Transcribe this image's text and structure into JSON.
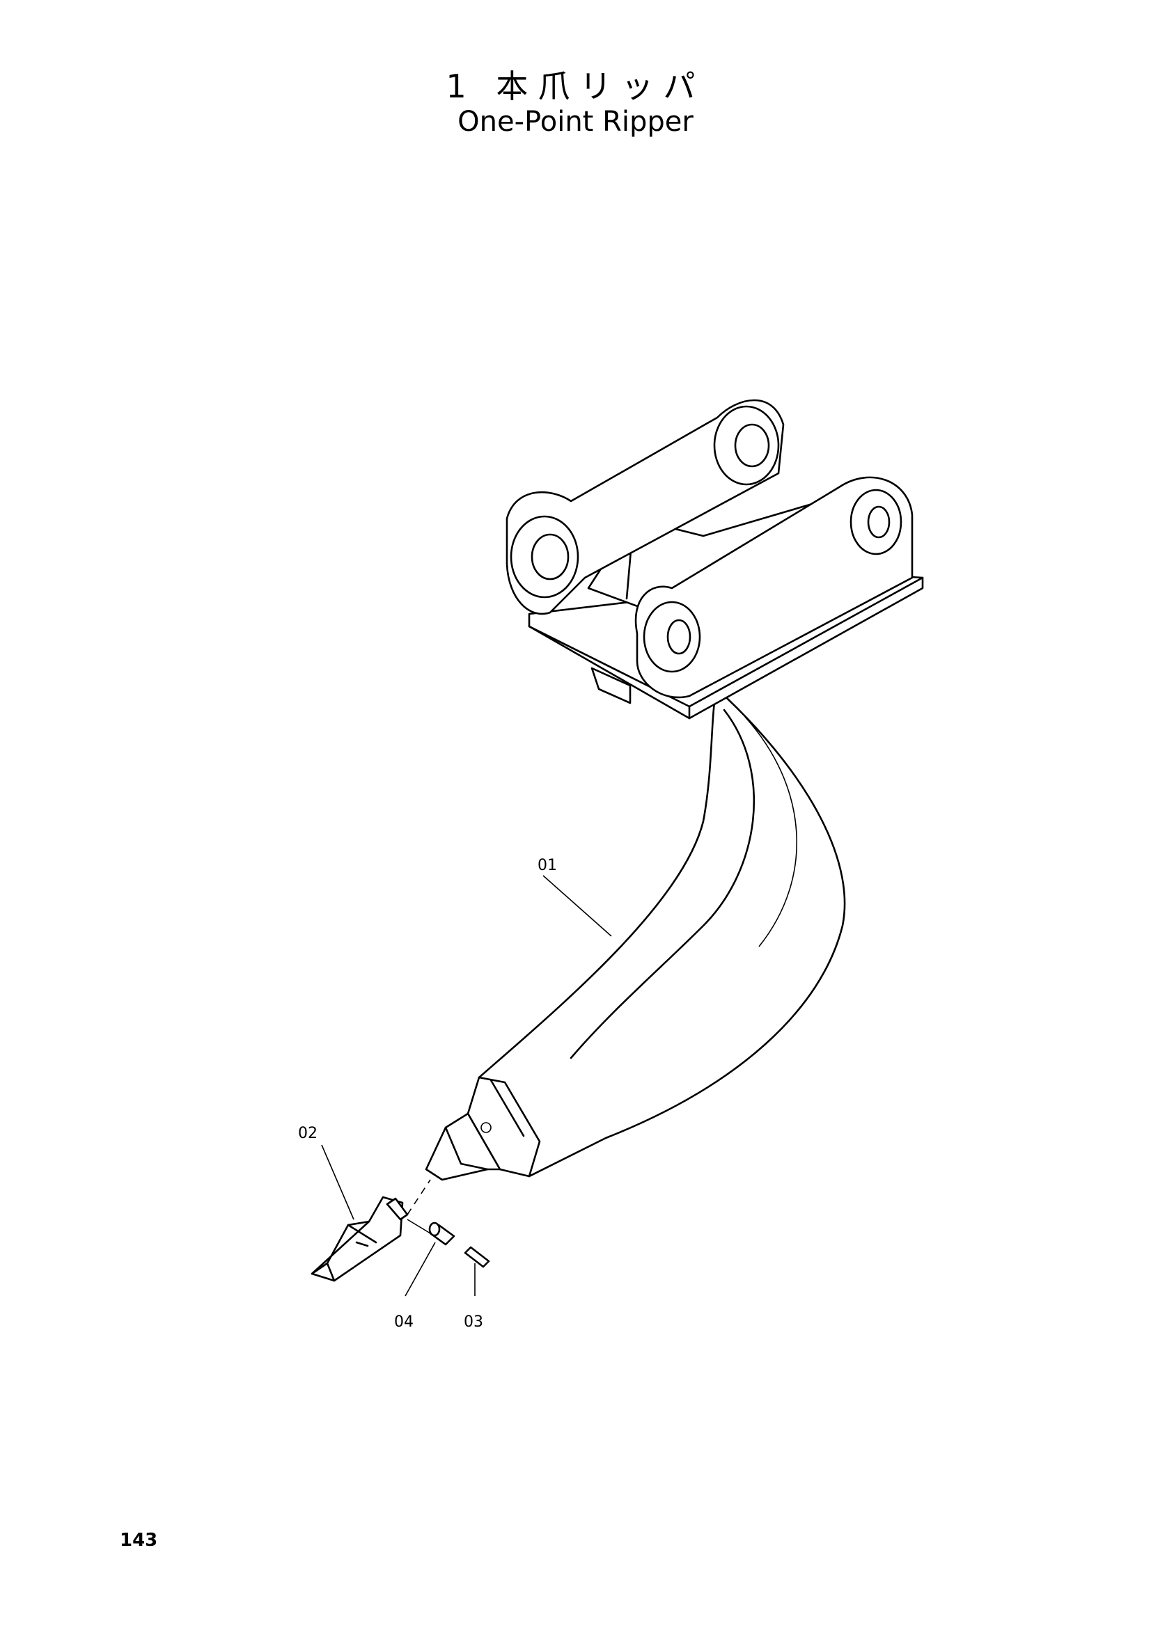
{
  "title": {
    "japanese": "1 本爪リッパ",
    "english": "One-Point Ripper"
  },
  "parts": [
    {
      "number": "01"
    },
    {
      "number": "02"
    },
    {
      "number": "03"
    },
    {
      "number": "04"
    }
  ],
  "page_number": "143"
}
